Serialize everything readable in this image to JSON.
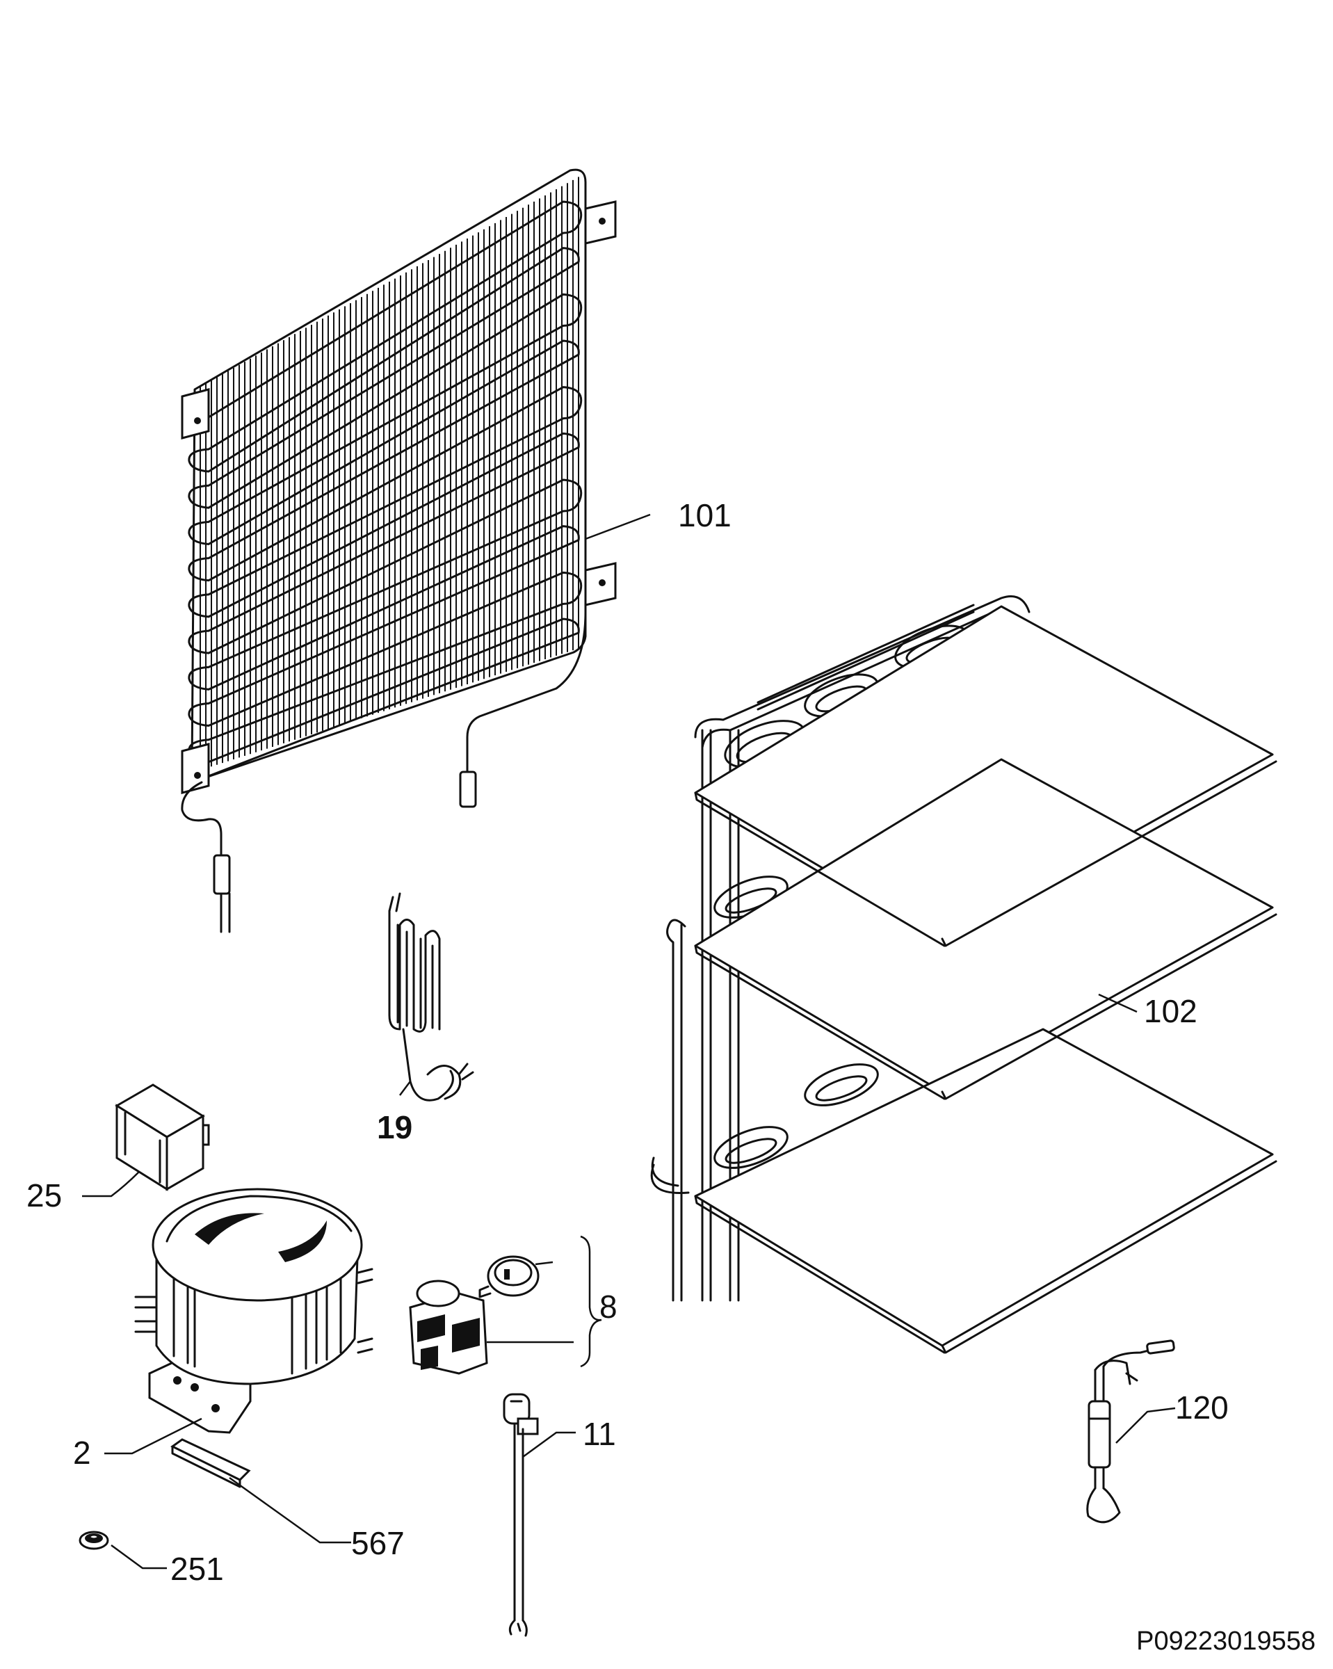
{
  "labels": {
    "condenser": "101",
    "evaporator": "102",
    "heater": "19",
    "capacitor": "25",
    "start_relay": "8",
    "thermostat_sensor": "11",
    "filter_dryer": "120",
    "compressor": "2",
    "bracket": "567",
    "grommet": "251"
  },
  "document_number": "P09223019558"
}
